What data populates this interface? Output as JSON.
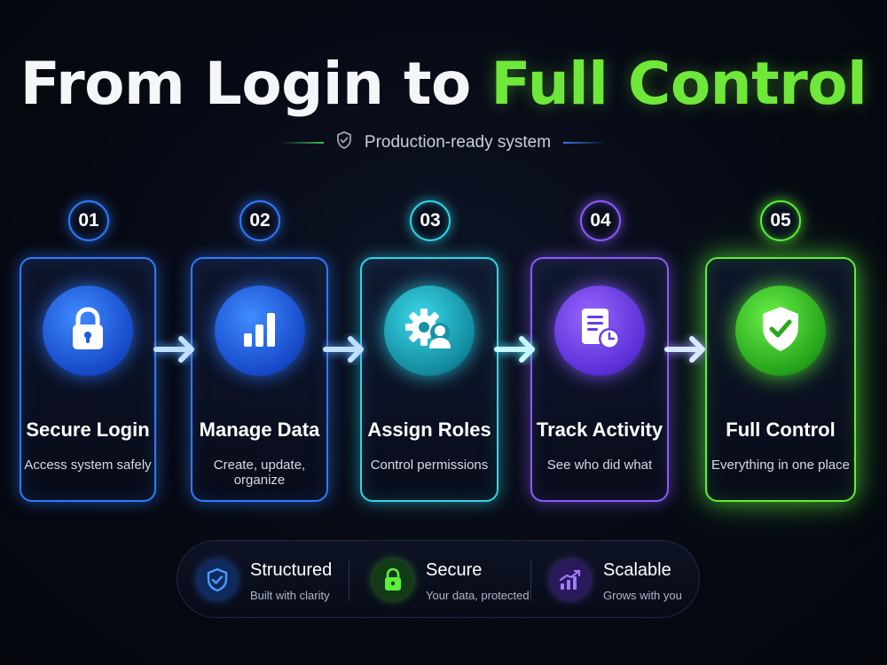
{
  "title": {
    "part1": "From Login to",
    "part2": "Full Control"
  },
  "subtitle": "Production-ready system",
  "colors": {
    "blue": "#2f7bff",
    "cyan": "#2fd6e8",
    "violet": "#8a5cff",
    "green": "#5bf03a"
  },
  "steps": [
    {
      "number": "01",
      "title": "Secure Login",
      "description": "Access system safely",
      "icon": "lock-icon"
    },
    {
      "number": "02",
      "title": "Manage Data",
      "description": "Create, update, organize",
      "icon": "bar-chart-icon"
    },
    {
      "number": "03",
      "title": "Assign Roles",
      "description": "Control permissions",
      "icon": "gear-user-icon"
    },
    {
      "number": "04",
      "title": "Track Activity",
      "description": "See who did what",
      "icon": "document-clock-icon"
    },
    {
      "number": "05",
      "title": "Full Control",
      "description": "Everything in one place",
      "icon": "shield-check-icon"
    }
  ],
  "features": [
    {
      "title": "Structured",
      "subtitle": "Built with clarity",
      "icon": "shield-check-icon"
    },
    {
      "title": "Secure",
      "subtitle": "Your data, protected",
      "icon": "lock-icon"
    },
    {
      "title": "Scalable",
      "subtitle": "Grows with you",
      "icon": "growth-chart-icon"
    }
  ]
}
